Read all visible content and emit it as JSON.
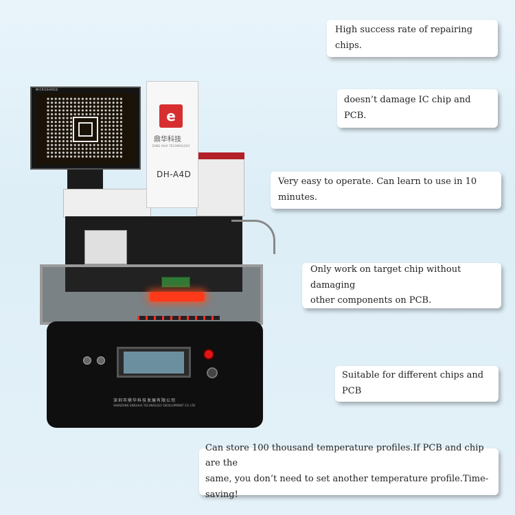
{
  "features": [
    "High success rate of repairing chips.",
    "doesn’t damage IC chip and PCB.",
    "Very easy to operate. Can learn to use in 10 minutes.",
    [
      "Only work on target chip without damaging",
      "other components on PCB."
    ],
    "Suitable for different chips and PCB",
    [
      "Can store 100 thousand temperature profiles.If PCB and chip are the",
      "same, you don’t need to set another temperature profile.Time-saving!"
    ]
  ],
  "machine": {
    "model": "DH-A4D",
    "brand_cn": "鼎华科技",
    "brand_en": "DING HUA TECHNOLOGY",
    "logo_glyph": "e",
    "monitor_brand": "MICROSHRED",
    "company_cn": "深圳市鼎华科技发展有限公司",
    "company_en": "SHENZHEN DINGHUA TECHNOLOGY DEVELOPMENT CO. LTD",
    "accent_red": "#d72f2f"
  }
}
